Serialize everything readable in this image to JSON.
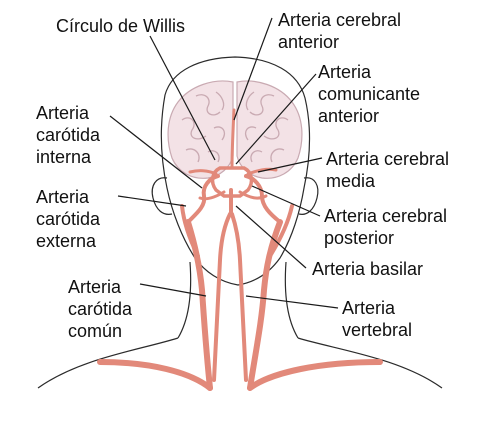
{
  "labels": {
    "circulo_willis": "Círculo de Willis",
    "cerebral_anterior": [
      "Arteria cerebral",
      "anterior"
    ],
    "comunicante_anterior": [
      "Arteria",
      "comunicante",
      "anterior"
    ],
    "carotida_interna": [
      "Arteria",
      "carótida",
      "interna"
    ],
    "cerebral_media": [
      "Arteria cerebral",
      "media"
    ],
    "carotida_externa": [
      "Arteria",
      "carótida",
      "externa"
    ],
    "cerebral_posterior": [
      "Arteria cerebral",
      "posterior"
    ],
    "basilar": "Arteria basilar",
    "carotida_comun": [
      "Arteria",
      "carótida",
      "común"
    ],
    "vertebral": [
      "Arteria",
      "vertebral"
    ]
  },
  "colors": {
    "artery": "#e2897a",
    "artery_dark": "#c4675a",
    "brain": "#f3e2e6",
    "brain_fold": "#c9aab2",
    "outline": "#2b2b2b",
    "text": "#111111"
  }
}
